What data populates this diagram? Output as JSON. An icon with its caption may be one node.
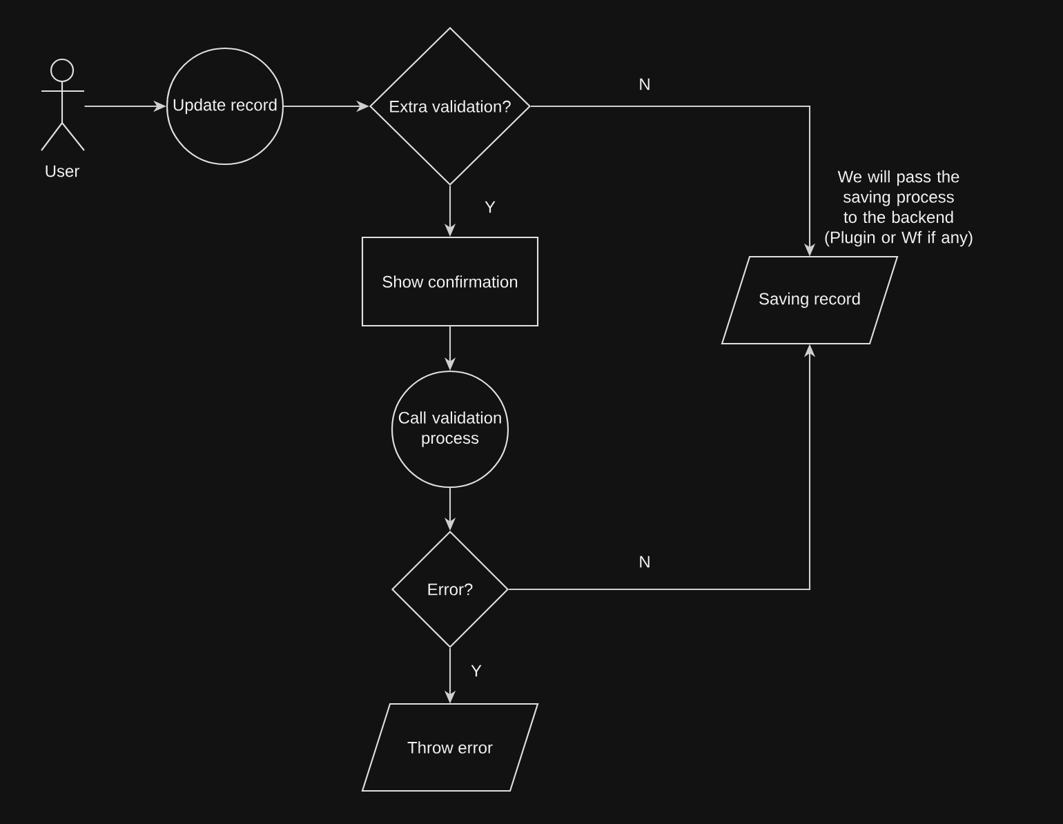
{
  "diagram": {
    "nodes": [
      {
        "text": [
          "User"
        ]
      },
      {
        "text": [
          "Update record"
        ]
      },
      {
        "text": [
          "Extra validation?"
        ]
      },
      {
        "text": [
          "Saving record"
        ],
        "beside": [
          "We will pass the saving process to the backend (Plugin or Wf if any)"
        ]
      },
      {
        "text": [
          "Show confirmation"
        ]
      },
      {
        "text": [
          "Call validation process"
        ]
      },
      {
        "text": [
          "Error?"
        ]
      },
      {
        "text": [
          "Throw error"
        ]
      }
    ],
    "edges": [
      {
        "from": 0,
        "to": 1,
        "arrow": "to"
      },
      {
        "from": 1,
        "to": 2,
        "arrow": "to"
      },
      {
        "from": 2,
        "to": 3,
        "arrow": "to",
        "label": "N"
      },
      {
        "from": 2,
        "to": 4,
        "arrow": "to",
        "label": "Y"
      },
      {
        "from": 4,
        "to": 5,
        "arrow": "to"
      },
      {
        "from": 5,
        "to": 6,
        "arrow": "to"
      },
      {
        "from": 6,
        "to": 3,
        "arrow": "to",
        "label": "N"
      },
      {
        "from": 6,
        "to": 7,
        "arrow": "to",
        "label": "Y"
      }
    ]
  }
}
